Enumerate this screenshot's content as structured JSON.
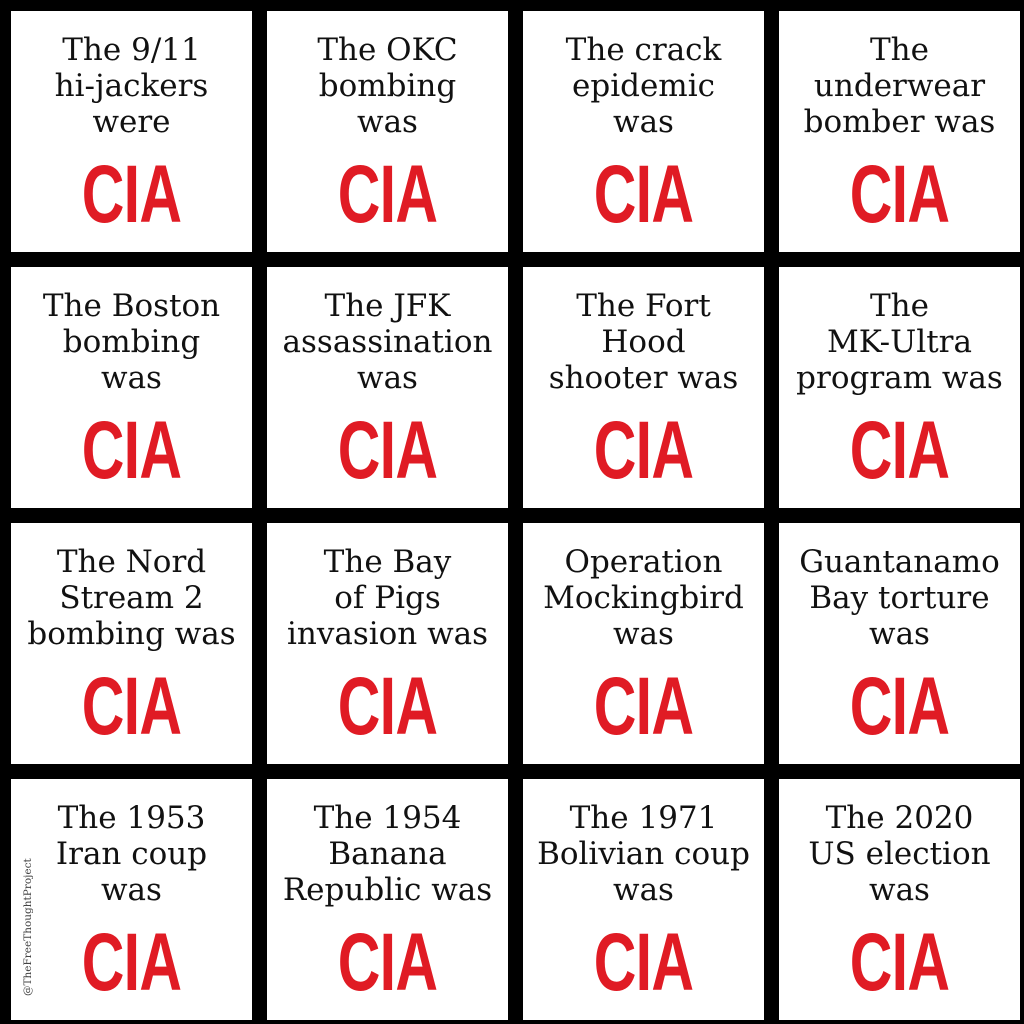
{
  "colors": {
    "background": "#000000",
    "tile": "#ffffff",
    "accent": "#e01b24",
    "text": "#111111"
  },
  "tiles": [
    {
      "text": "The 9/11\nhi-jackers\nwere",
      "label": "CIA"
    },
    {
      "text": "The OKC\nbombing\nwas",
      "label": "CIA"
    },
    {
      "text": "The crack\nepidemic\nwas",
      "label": "CIA"
    },
    {
      "text": "The\nunderwear\nbomber was",
      "label": "CIA"
    },
    {
      "text": "The Boston\nbombing\nwas",
      "label": "CIA"
    },
    {
      "text": "The JFK\nassassination\nwas",
      "label": "CIA"
    },
    {
      "text": "The Fort\nHood\nshooter was",
      "label": "CIA"
    },
    {
      "text": "The\nMK-Ultra\nprogram was",
      "label": "CIA"
    },
    {
      "text": "The Nord\nStream 2\nbombing was",
      "label": "CIA"
    },
    {
      "text": "The Bay\nof Pigs\ninvasion was",
      "label": "CIA"
    },
    {
      "text": "Operation\nMockingbird\nwas",
      "label": "CIA"
    },
    {
      "text": "Guantanamo\nBay torture\nwas",
      "label": "CIA"
    },
    {
      "text": "The 1953\nIran coup\nwas",
      "label": "CIA"
    },
    {
      "text": "The 1954\nBanana\nRepublic was",
      "label": "CIA"
    },
    {
      "text": "The 1971\nBolivian coup\nwas",
      "label": "CIA"
    },
    {
      "text": "The 2020\nUS election\nwas",
      "label": "CIA"
    }
  ],
  "watermark": "@TheFreeThoughtProject"
}
